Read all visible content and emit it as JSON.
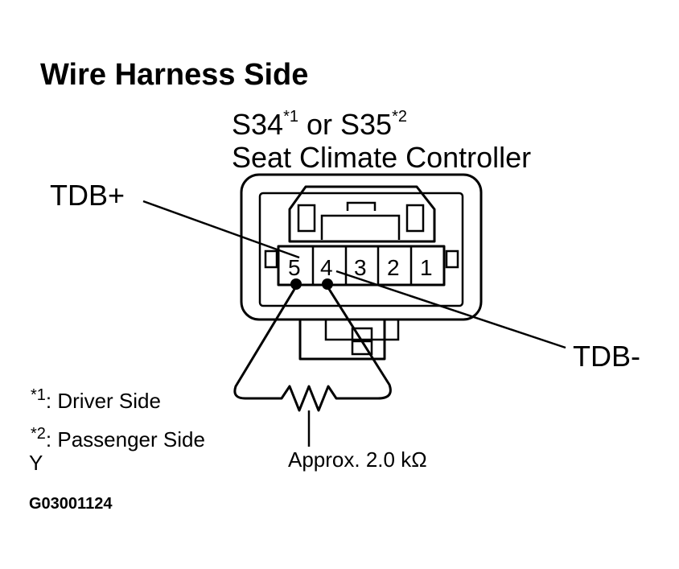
{
  "title": "Wire Harness Side",
  "connector": {
    "id_a": "S34",
    "mark_a": "*1",
    "conjunction": "or",
    "id_b": "S35",
    "mark_b": "*2",
    "name": "Seat Climate Controller"
  },
  "pins": [
    "5",
    "4",
    "3",
    "2",
    "1"
  ],
  "labels": {
    "tdb_plus": "TDB+",
    "tdb_minus": "TDB-"
  },
  "footnotes": [
    {
      "mark": "*1",
      "text": ": Driver Side"
    },
    {
      "mark": "*2",
      "text": ": Passenger Side"
    }
  ],
  "symbol": "Y",
  "resistance": "Approx. 2.0 kΩ",
  "figure_code": "G03001124"
}
